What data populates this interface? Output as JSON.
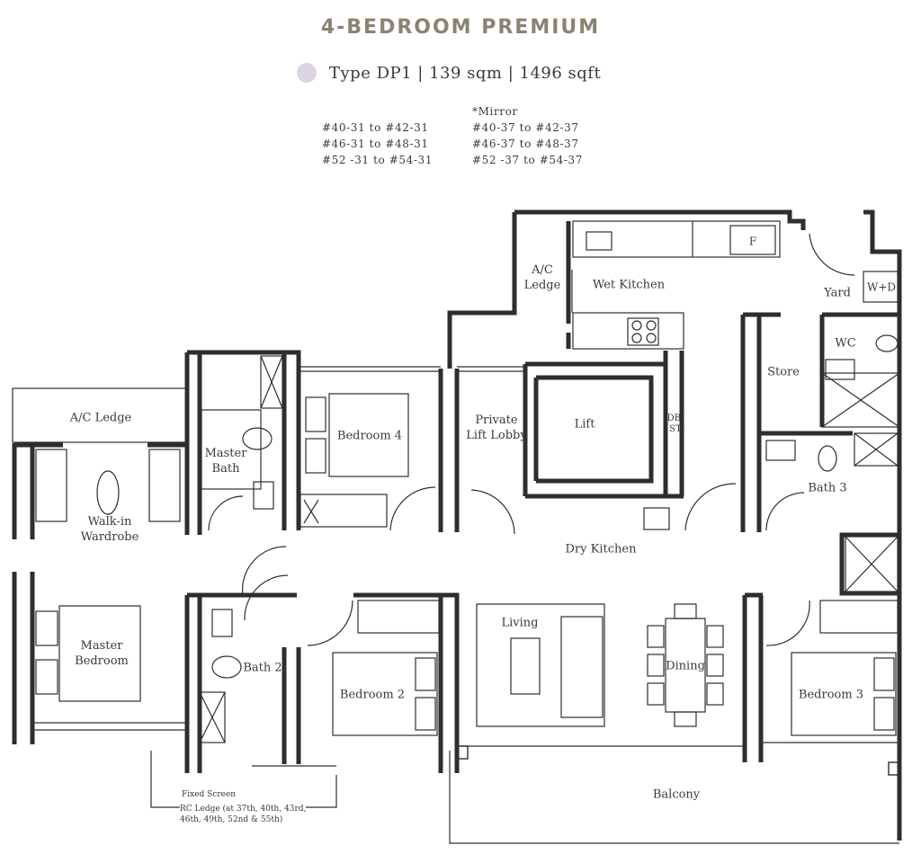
{
  "header": {
    "title": "4-BEDROOM PREMIUM",
    "type_line": "Type DP1  |  139 sqm  |  1496 sqft",
    "type_dot_color": "#dcd3e6",
    "title_color": "#8a8372"
  },
  "units": {
    "standard": [
      "#40-31 to #42-31",
      "#46-31 to #48-31",
      "#52 -31 to #54-31"
    ],
    "mirror_label": "*Mirror",
    "mirror": [
      "#40-37 to #42-37",
      "#46-37 to #48-37",
      "#52 -37 to #54-37"
    ]
  },
  "rooms": {
    "ac_ledge_left": "A/C Ledge",
    "ac_ledge_top": "A/C\nLedge",
    "wet_kitchen": "Wet Kitchen",
    "yard": "Yard",
    "wd": "W+D",
    "wc": "WC",
    "store": "Store",
    "fridge": "F",
    "lift": "Lift",
    "db_st": "DB/\nST",
    "private_lift_lobby": "Private\nLift Lobby",
    "master_bath": "Master\nBath",
    "bedroom4": "Bedroom 4",
    "walk_in_wardrobe": "Walk-in\nWardrobe",
    "master_bedroom": "Master\nBedroom",
    "bath2": "Bath 2",
    "bedroom2": "Bedroom 2",
    "living": "Living",
    "dining": "Dining",
    "dry_kitchen": "Dry Kitchen",
    "bath3": "Bath 3",
    "bedroom3": "Bedroom 3",
    "balcony": "Balcony"
  },
  "notes": {
    "fixed_screen": "Fixed Screen",
    "rc_ledge": "RC Ledge (at 37th, 40th, 43rd,\n46th, 49th, 52nd & 55th)"
  }
}
